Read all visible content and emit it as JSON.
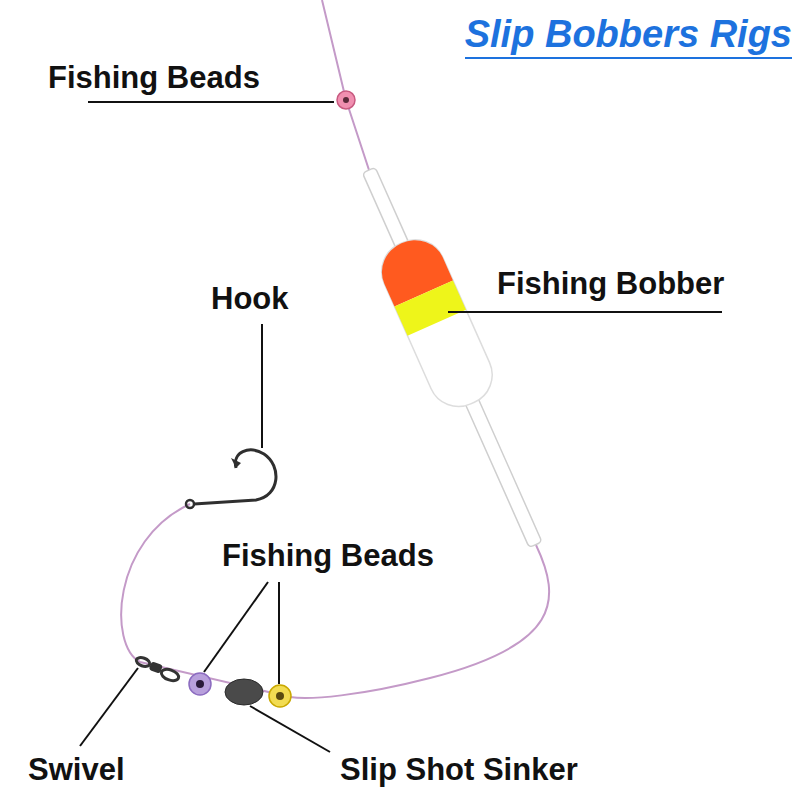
{
  "diagram": {
    "title": "Slip Bobbers Rigs",
    "labels": [
      "Fishing Beads",
      "Fishing Bobber",
      "Hook",
      "Fishing Beads",
      "Swivel",
      "Slip Shot Sinker"
    ]
  }
}
